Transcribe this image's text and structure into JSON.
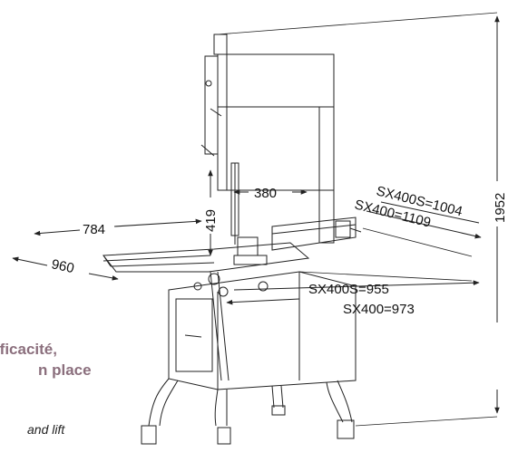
{
  "dimensions": {
    "height_total": "1952",
    "blade_height": "419",
    "throat_width": "380",
    "table_left": "784",
    "table_left_lower": "960",
    "depth_sx400s": "SX400S=1004",
    "depth_sx400": "SX400=1109",
    "width_sx400s": "SX400S=955",
    "width_sx400": "SX400=973"
  },
  "captions": {
    "line1": "fficacité,",
    "line2": "n place",
    "line3": "and lift"
  },
  "colors": {
    "line": "#222222",
    "caption": "#8b6f7d"
  }
}
